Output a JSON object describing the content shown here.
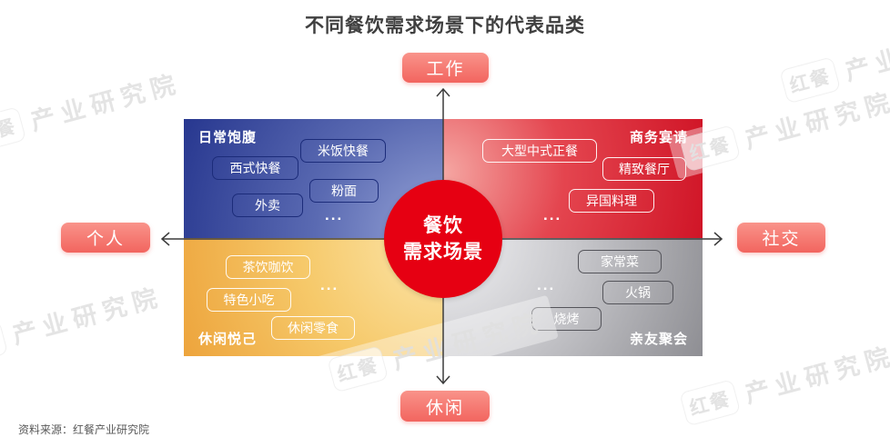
{
  "title": "不同餐饮需求场景下的代表品类",
  "source": "资料来源：红餐产业研究院",
  "center_circle": {
    "line1": "餐饮",
    "line2": "需求场景"
  },
  "axis_labels": {
    "top": "工作",
    "bottom": "休闲",
    "left": "个人",
    "right": "社交"
  },
  "quadrants": {
    "top_left": {
      "name": "日常饱腹",
      "items": [
        "米饭快餐",
        "西式快餐",
        "粉面",
        "外卖"
      ],
      "more": "..."
    },
    "top_right": {
      "name": "商务宴请",
      "items": [
        "大型中式正餐",
        "精致餐厅",
        "异国料理"
      ],
      "more": "..."
    },
    "bottom_left": {
      "name": "休闲悦己",
      "items": [
        "茶饮咖饮",
        "特色小吃",
        "休闲零食"
      ],
      "more": "..."
    },
    "bottom_right": {
      "name": "亲友聚会",
      "items": [
        "家常菜",
        "火锅",
        "烧烤"
      ],
      "more": "..."
    }
  },
  "watermark": {
    "logo": "红餐",
    "text": "产业研究院"
  },
  "colors": {
    "accent_salmon": "#f4736c",
    "circle_red": "#e60012",
    "quad_blue": "#27378f",
    "quad_red": "#d01527",
    "quad_yellow": "#eda43c",
    "quad_gray": "#8e8e93",
    "title_text": "#3f3f3f",
    "axis_line": "#3c3c3c"
  }
}
